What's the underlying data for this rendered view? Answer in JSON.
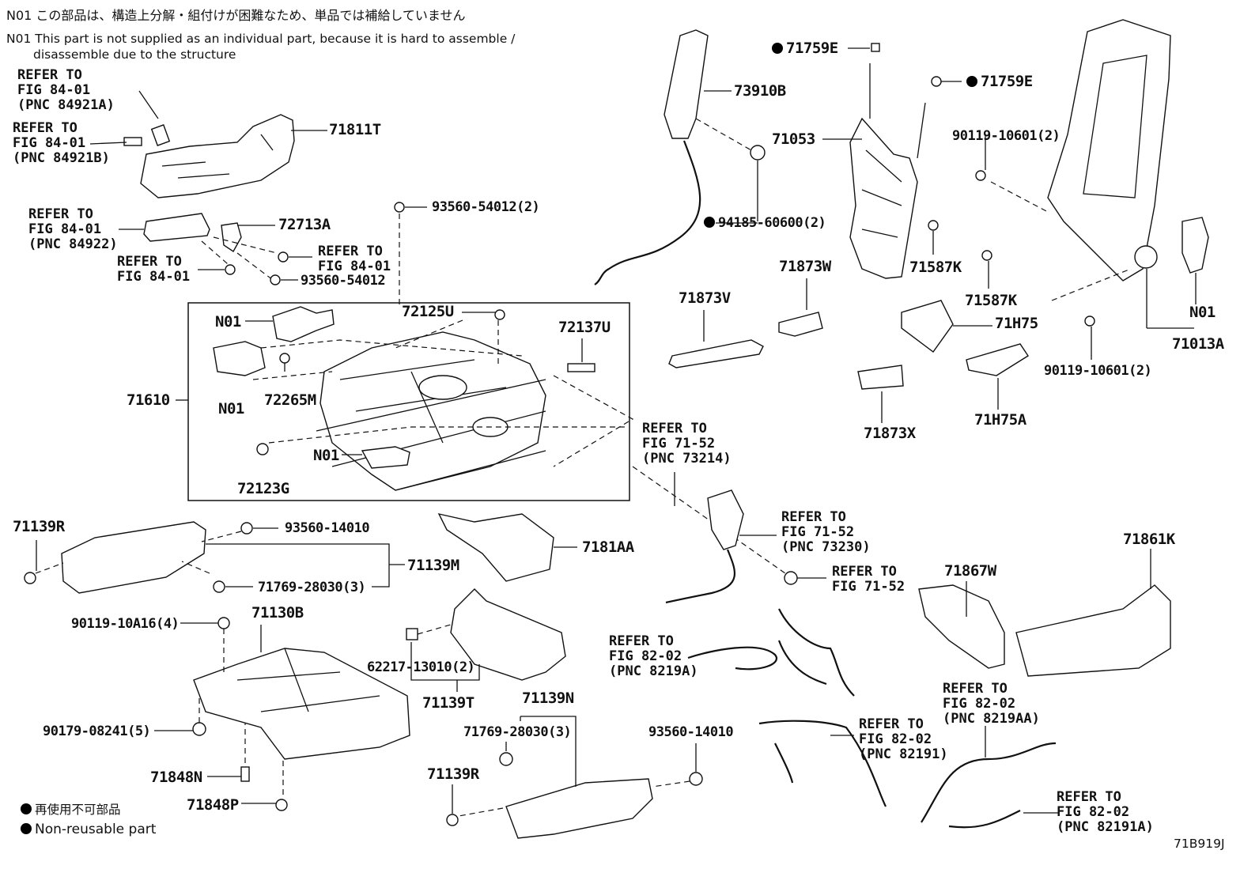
{
  "notes": {
    "n01_jp": "N01 この部品は、構造上分解・組付けが困難なため、単品では補給していません",
    "n01_en_1": "N01 This part is not supplied as an individual part, because it is hard to assemble /",
    "n01_en_2": "disassemble due to the structure",
    "legend_jp": "再使用不可部品",
    "legend_en": "Non-reusable part",
    "figure_id": "71B919J"
  },
  "refs": {
    "r1": "REFER TO\nFIG 84-01\n(PNC 84921A)",
    "r2": "REFER TO\nFIG 84-01\n(PNC 84921B)",
    "r3": "REFER TO\nFIG 84-01\n(PNC 84922)",
    "r4": "REFER TO\nFIG 84-01",
    "r5": "REFER TO\nFIG 84-01",
    "r6": "REFER TO\nFIG 71-52\n(PNC 73214)",
    "r7": "REFER TO\nFIG 71-52\n(PNC 73230)",
    "r8": "REFER TO\nFIG 71-52",
    "r9": "REFER TO\nFIG 82-02\n(PNC 8219A)",
    "r10": "REFER TO\nFIG 82-02\n(PNC 8219AA)",
    "r11": "REFER TO\nFIG 82-02\n(PNC 82191)",
    "r12": "REFER TO\nFIG 82-02\n(PNC 82191A)"
  },
  "parts": {
    "p71811T": "71811T",
    "p72713A": "72713A",
    "p93560_54012_2": "93560-54012(2)",
    "p93560_54012": "93560-54012",
    "p73910B": "73910B",
    "p94185": "94185-60600(2)",
    "p71759E_a": "71759E",
    "p71759E_b": "71759E",
    "p71053": "71053",
    "p90119_10601_a": "90119-10601(2)",
    "p90119_10601_b": "90119-10601(2)",
    "p71587K_a": "71587K",
    "p71587K_b": "71587K",
    "p71873W": "71873W",
    "p71873V": "71873V",
    "p71H75": "71H75",
    "p71873X": "71873X",
    "p71H75A": "71H75A",
    "p71013A": "71013A",
    "pN01_d": "N01",
    "p72125U": "72125U",
    "p72137U": "72137U",
    "pN01_a": "N01",
    "pN01_b": "N01",
    "pN01_c": "N01",
    "p71610": "71610",
    "p72265M": "72265M",
    "p72123G": "72123G",
    "p71139R_a": "71139R",
    "p93560_14010_a": "93560-14010",
    "p71139M": "71139M",
    "p71769_a": "71769-28030(3)",
    "p7181AA": "7181AA",
    "p90119_10A16": "90119-10A16(4)",
    "p71130B": "71130B",
    "p62217": "62217-13010(2)",
    "p71139T": "71139T",
    "p71139N": "71139N",
    "p90179": "90179-08241(5)",
    "p71769_b": "71769-28030(3)",
    "p93560_14010_b": "93560-14010",
    "p71848N": "71848N",
    "p71139R_b": "71139R",
    "p71848P": "71848P",
    "p71867W": "71867W",
    "p71861K": "71861K"
  }
}
